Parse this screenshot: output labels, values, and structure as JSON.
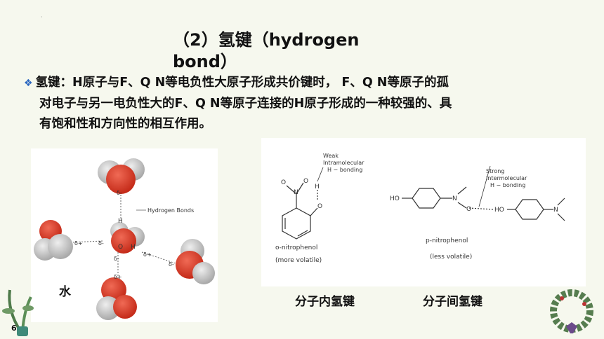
{
  "title": "（2）氢键（hydrogen bond）",
  "definition": {
    "line1": "氢键：H原子与F、Q  N等电负性大原子形成共价键时，  F、Q  N等原子的孤",
    "line2": "对电子与另一电负性大的F、Q  N等原子连接的H原子形成的一种较强的、具",
    "line3": "有饱和性和方向性的相互作用。"
  },
  "water_diagram": {
    "caption": "水",
    "hydrogen_bonds_label": "Hydrogen Bonds",
    "atom_H1": "H",
    "atom_O": "O",
    "atom_H2": "H",
    "delta_minus": "δ-",
    "delta_plus": "δ+"
  },
  "nitrophenol_diagram": {
    "intra_note_1": "Weak",
    "intra_note_2": "Intramolecular",
    "intra_note_3": "H − bonding",
    "inter_note_1": "Strong",
    "inter_note_2": "Intermolecular",
    "inter_note_3": "H − bonding",
    "o_name": "o-nitrophenol",
    "o_volatility": "(more volatile)",
    "p_name": "p-nitrophenol",
    "p_volatility": "(less volatile)",
    "ho_left": "HO",
    "ho_mid": "HO",
    "atom_N": "N",
    "atom_O": "O",
    "atom_H": "H"
  },
  "captions": {
    "intra": "分子内氢键",
    "inter": "分子间氢键"
  },
  "page_number": "6",
  "colors": {
    "background": "#f6f8ee",
    "oxygen": "#d63a26",
    "hydrogen": "#c9c9c9",
    "bullet": "#2a66c0"
  }
}
